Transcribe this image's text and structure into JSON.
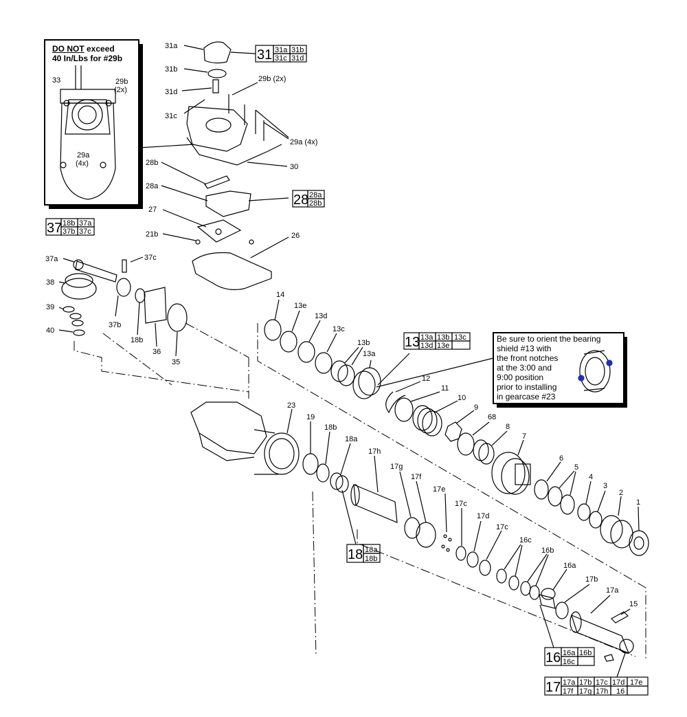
{
  "inset_torque": {
    "do_not": "DO NOT",
    "exceed": " exceed",
    "line2": "40 In/Lbs for #29b"
  },
  "inset_bearing": {
    "lines": [
      "Be sure to orient the bearing",
      "shield #13 with",
      "the front notches",
      "at the 3:00 and",
      "9:00 position",
      "prior to installing",
      "in gearcase #23"
    ]
  },
  "callouts": [
    "31a",
    "31b",
    "31d",
    "31c",
    "29b (2x)",
    "29a (4x)",
    "30",
    "28b",
    "28a",
    "27",
    "21b",
    "26",
    "37a",
    "37c",
    "38",
    "39",
    "40",
    "37b",
    "18b",
    "36",
    "35",
    "14",
    "13e",
    "13d",
    "13c",
    "13b",
    "13a",
    "12",
    "11",
    "10",
    "9",
    "68",
    "8",
    "7",
    "6",
    "5",
    "4",
    "3",
    "2",
    "1",
    "23",
    "19",
    "18b",
    "18a",
    "17h",
    "17g",
    "17f",
    "17e",
    "17c",
    "17d",
    "17c",
    "16c",
    "16b",
    "16a",
    "17b",
    "17a",
    "15",
    "33",
    "29b",
    "(2x)",
    "29a",
    "(4x)"
  ],
  "kits": {
    "k31": {
      "num": "31",
      "subs": [
        "31a",
        "31b",
        "31c",
        "31d"
      ]
    },
    "k28": {
      "num": "28",
      "subs": [
        "28a",
        "28b"
      ]
    },
    "k37": {
      "num": "37",
      "subs": [
        "18b",
        "37a",
        "37b",
        "37c"
      ]
    },
    "k13": {
      "num": "13",
      "subs": [
        "13a",
        "13b",
        "13c",
        "13d",
        "13e"
      ]
    },
    "k18": {
      "num": "18",
      "subs": [
        "18a",
        "18b"
      ]
    },
    "k16": {
      "num": "16",
      "subs": [
        "16a",
        "16b",
        "16c"
      ]
    },
    "k17": {
      "num": "17",
      "subs": [
        "17a",
        "17b",
        "17c",
        "17d",
        "17e",
        "17f",
        "17g",
        "17h",
        "16"
      ]
    }
  },
  "colors": {
    "line": "#000000",
    "accent": "#1f2fb0"
  }
}
